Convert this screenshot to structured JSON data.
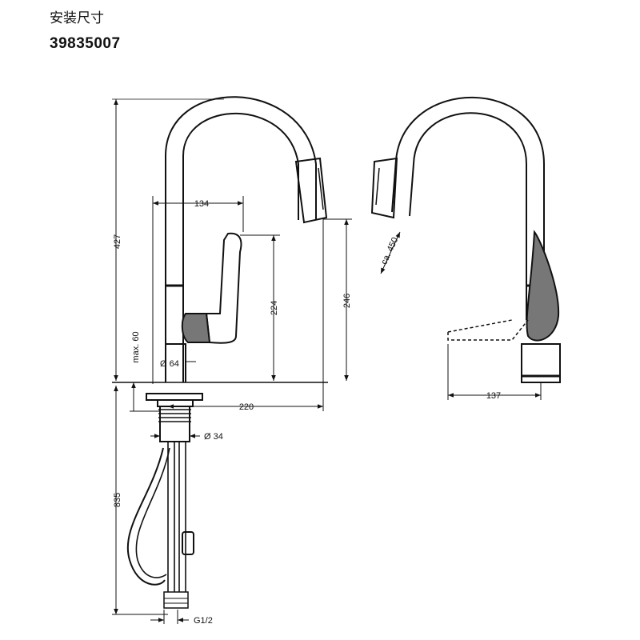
{
  "header": {
    "title": "安装尺寸",
    "model": "39835007"
  },
  "dimensions": {
    "total_height": "427",
    "spout_reach": "134",
    "outlet_height": "246",
    "handle_height": "224",
    "max_deck": "max. 60",
    "base_diameter": "Ø 64",
    "overall_reach": "220",
    "shank_diameter": "Ø 34",
    "hose_length": "835",
    "connection": "G1/2",
    "pullout": "ca. 450",
    "handle_swing": "137"
  }
}
